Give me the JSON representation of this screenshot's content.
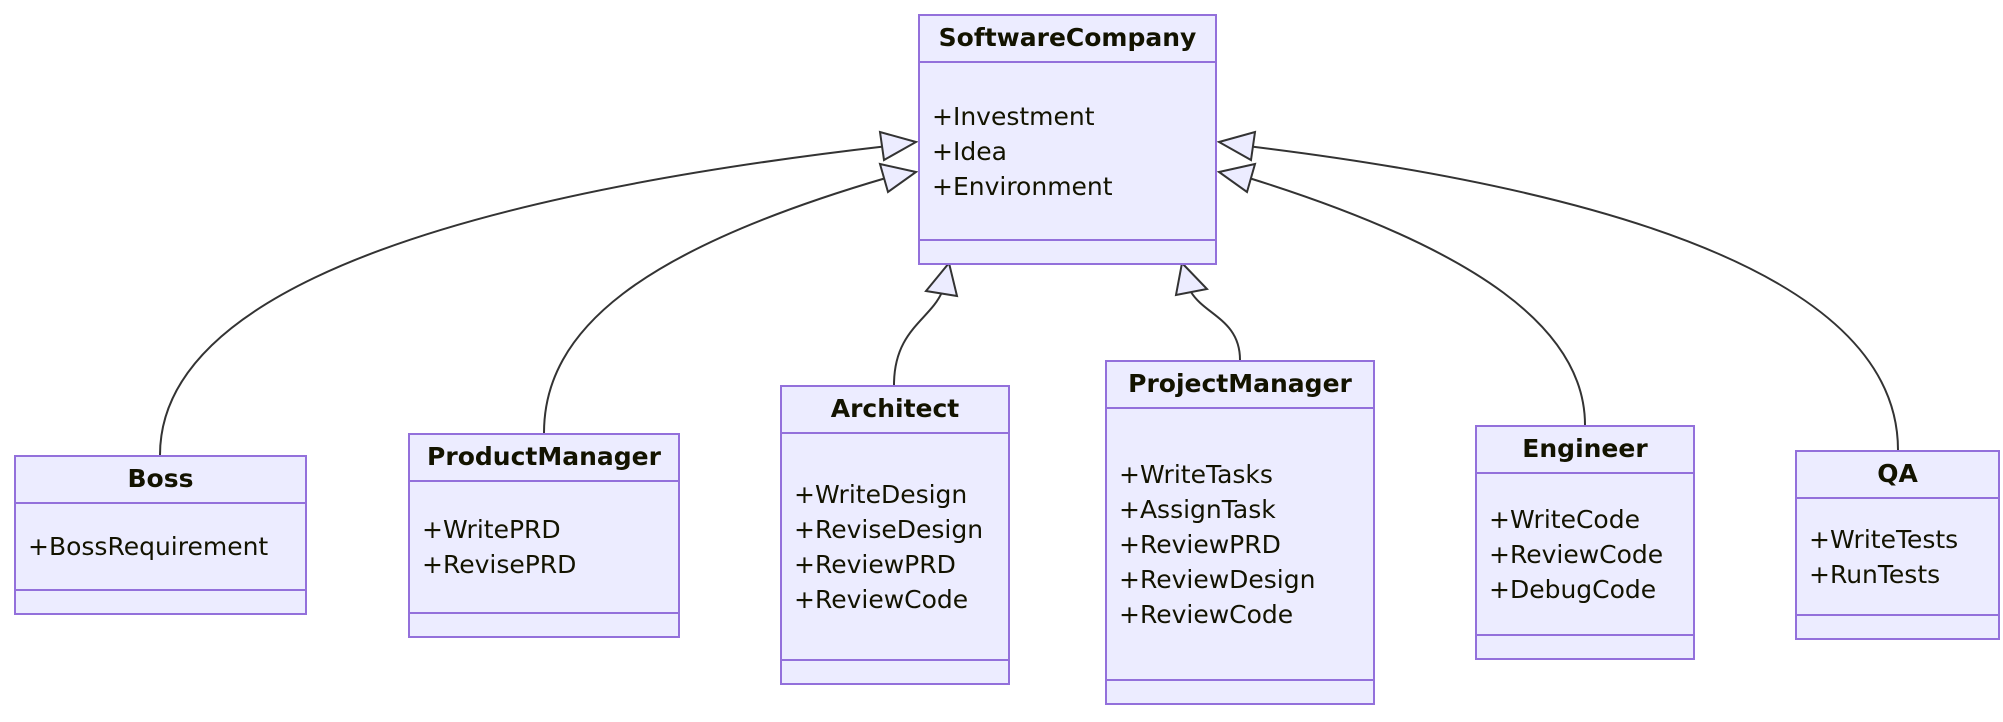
{
  "diagram": {
    "type": "uml-class-diagram",
    "relationship": "generalization",
    "colors": {
      "class_fill": "#ececff",
      "class_border": "#9370db",
      "edge_stroke": "#333333",
      "arrow_fill": "#ececff",
      "text": "#131300",
      "background": "#ffffff"
    },
    "classes": [
      {
        "id": "software-company",
        "name": "SoftwareCompany",
        "attributes": [
          "+Investment",
          "+Idea",
          "+Environment"
        ],
        "methods": []
      },
      {
        "id": "boss",
        "name": "Boss",
        "attributes": [
          "+BossRequirement"
        ],
        "methods": []
      },
      {
        "id": "product-manager",
        "name": "ProductManager",
        "attributes": [
          "+WritePRD",
          "+RevisePRD"
        ],
        "methods": []
      },
      {
        "id": "architect",
        "name": "Architect",
        "attributes": [
          "+WriteDesign",
          "+ReviseDesign",
          "+ReviewPRD",
          "+ReviewCode"
        ],
        "methods": []
      },
      {
        "id": "project-manager",
        "name": "ProjectManager",
        "attributes": [
          "+WriteTasks",
          "+AssignTask",
          "+ReviewPRD",
          "+ReviewDesign",
          "+ReviewCode"
        ],
        "methods": []
      },
      {
        "id": "engineer",
        "name": "Engineer",
        "attributes": [
          "+WriteCode",
          "+ReviewCode",
          "+DebugCode"
        ],
        "methods": []
      },
      {
        "id": "qa",
        "name": "QA",
        "attributes": [
          "+WriteTests",
          "+RunTests"
        ],
        "methods": []
      }
    ],
    "edges": [
      {
        "from": "boss",
        "to": "software-company",
        "kind": "generalization"
      },
      {
        "from": "product-manager",
        "to": "software-company",
        "kind": "generalization"
      },
      {
        "from": "architect",
        "to": "software-company",
        "kind": "generalization"
      },
      {
        "from": "project-manager",
        "to": "software-company",
        "kind": "generalization"
      },
      {
        "from": "engineer",
        "to": "software-company",
        "kind": "generalization"
      },
      {
        "from": "qa",
        "to": "software-company",
        "kind": "generalization"
      }
    ]
  }
}
